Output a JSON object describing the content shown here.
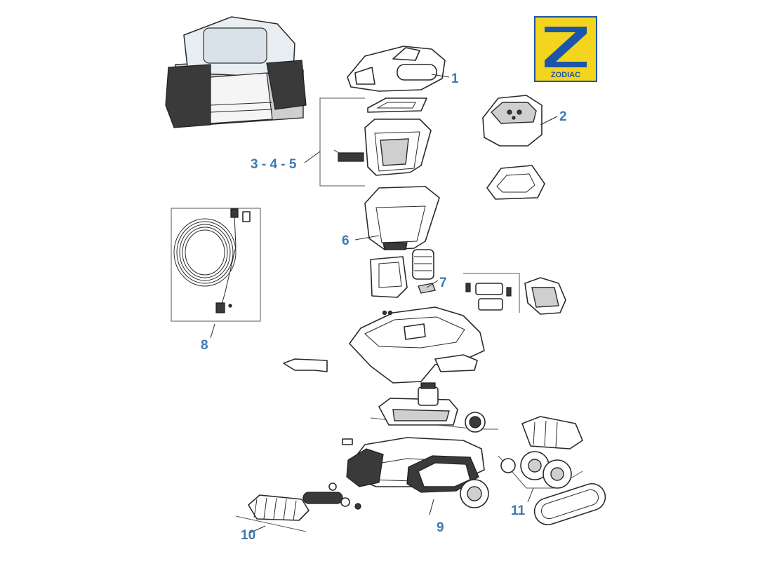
{
  "brand": {
    "name": "ZODIAC",
    "logo_letter": "Z"
  },
  "callouts": [
    {
      "id": "c1",
      "text": "1"
    },
    {
      "id": "c2",
      "text": "2"
    },
    {
      "id": "c345",
      "text": "3 - 4 - 5"
    },
    {
      "id": "c6",
      "text": "6"
    },
    {
      "id": "c7",
      "text": "7"
    },
    {
      "id": "c8",
      "text": "8"
    },
    {
      "id": "c9",
      "text": "9"
    },
    {
      "id": "c10",
      "text": "10"
    },
    {
      "id": "c11",
      "text": "11"
    }
  ],
  "colors": {
    "callout": "#3e79b3",
    "logo_yellow": "#f4d41d",
    "logo_blue": "#1d56a8",
    "line": "#2a2a2a"
  }
}
